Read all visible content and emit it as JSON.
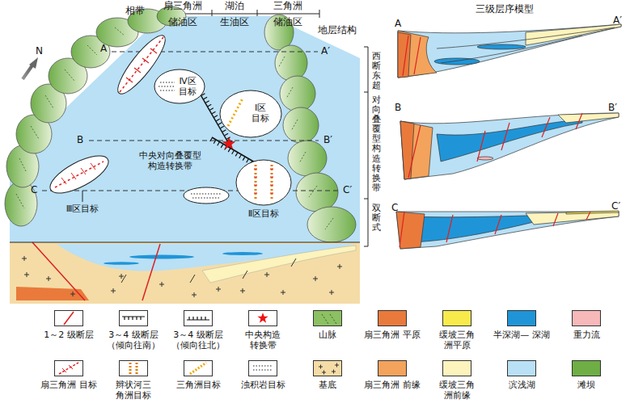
{
  "diagram": {
    "nodes": [
      {
        "text": [
          "Ⅳ区 目标"
        ]
      },
      {
        "text": [
          "Ⅰ区 目标"
        ]
      },
      {
        "text": [
          "Ⅲ区目标"
        ]
      },
      {
        "text": [
          "Ⅱ区目标"
        ]
      }
    ],
    "labels": [
      "相带",
      "扇三角洲",
      "湖泊",
      "三角洲",
      "储油区",
      "生油区",
      "储油区",
      "地层结构",
      "西断东超",
      "对向叠覆型构造转换带",
      "双断式",
      "三级层序模型",
      "A",
      "A′",
      "B",
      "B′",
      "C",
      "C′",
      "N",
      "中央对向叠覆型 构造转换带",
      "A",
      "A′",
      "B",
      "B′",
      "C",
      "C′"
    ],
    "legend": [
      {
        "text": "1～2 级断层"
      },
      {
        "text": "3～4 级断层 （倾向往南）"
      },
      {
        "text": "3～4 级断层 （倾向往北）"
      },
      {
        "text": "中央构造 转换带"
      },
      {
        "text": "山脉",
        "color": "#8cc063"
      },
      {
        "text": "扇三角洲 平原",
        "color": "#e97a3c"
      },
      {
        "text": "缓坡三角 洲平原",
        "color": "#f9ea4c"
      },
      {
        "text": "半深湖— 深湖",
        "color": "#1f95d8"
      },
      {
        "text": "重力流",
        "color": "#f6b8b8"
      },
      {
        "text": "扇三角洲 目标"
      },
      {
        "text": "辫状河三 角洲目标"
      },
      {
        "text": "三角洲目标"
      },
      {
        "text": "浊积岩目标"
      },
      {
        "text": "基底",
        "color": "#f5dca6"
      },
      {
        "text": "扇三角洲 前缘",
        "color": "#f3a35c"
      },
      {
        "text": "缓坡三角 洲前缘",
        "color": "#fcf3bd"
      },
      {
        "text": "滨浅湖",
        "color": "#b9e0f5"
      },
      {
        "text": "滩坝",
        "color": "#6eae45"
      }
    ]
  }
}
